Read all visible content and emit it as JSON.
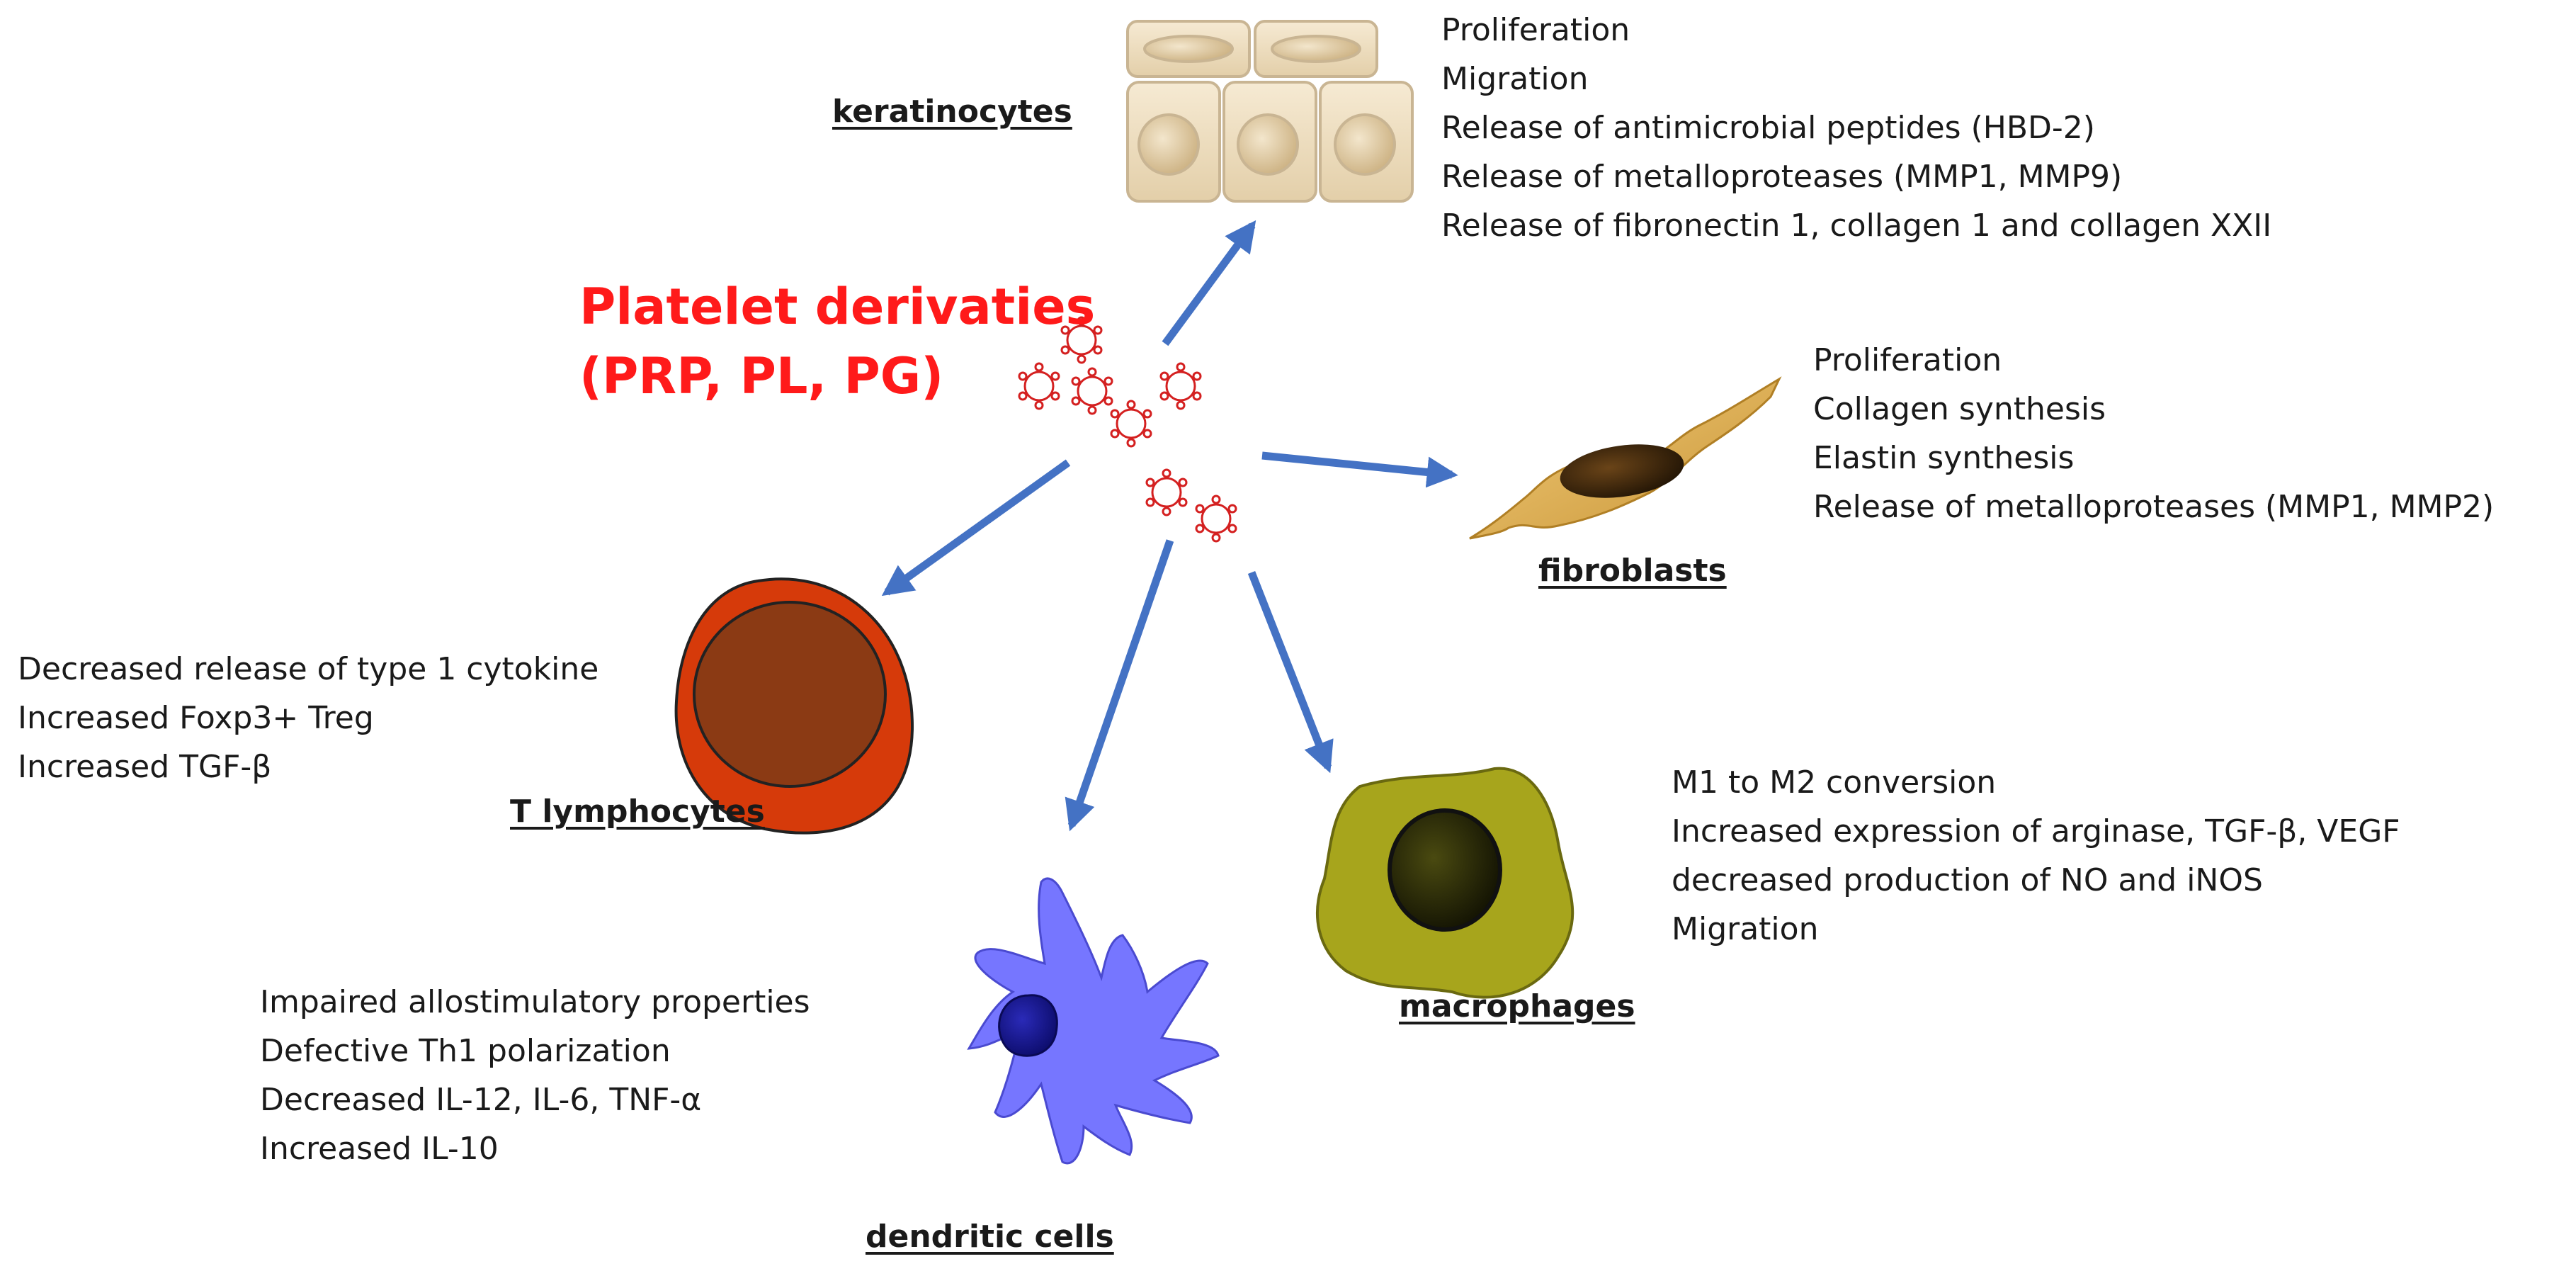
{
  "title": {
    "line1": "Platelet derivaties",
    "line2": "(PRP, PL, PG)"
  },
  "cells": {
    "keratinocytes": {
      "label": "keratinocytes",
      "effects": [
        "Proliferation",
        "Migration",
        "Release of antimicrobial peptides (HBD-2)",
        "Release of metalloproteases (MMP1, MMP9)",
        "Release of fibronectin 1, collagen 1 and collagen XXII"
      ]
    },
    "fibroblasts": {
      "label": "fibroblasts",
      "effects": [
        "Proliferation",
        "Collagen synthesis",
        "Elastin synthesis",
        "Release of metalloproteases (MMP1, MMP2)"
      ]
    },
    "t_lymphocytes": {
      "label": "T lymphocytes",
      "effects": [
        "Decreased release of type 1 cytokine",
        "Increased Foxp3+ Treg",
        "Increased TGF-β"
      ]
    },
    "macrophages": {
      "label": "macrophages",
      "effects": [
        "M1 to M2 conversion",
        "Increased expression of arginase, TGF-β, VEGF",
        "decreased production of NO and iNOS",
        "Migration"
      ]
    },
    "dendritic_cells": {
      "label": "dendritic cells",
      "effects": [
        "Impaired allostimulatory properties",
        "Defective Th1 polarization",
        "Decreased IL-12, IL-6, TNF-α",
        "Increased IL-10"
      ]
    }
  },
  "colors": {
    "title": "#ff1a1a",
    "arrow": "#4472c4",
    "platelet": "#d42020",
    "keratinocyte": "#efe0c4",
    "fibroblast": "#e8b860",
    "t_cell_outer": "#d63a0a",
    "t_cell_inner": "#8b3a14",
    "macrophage": "#a7a51c",
    "dendritic": "#7676ff",
    "dendritic_nucleus": "#1a1a99"
  }
}
